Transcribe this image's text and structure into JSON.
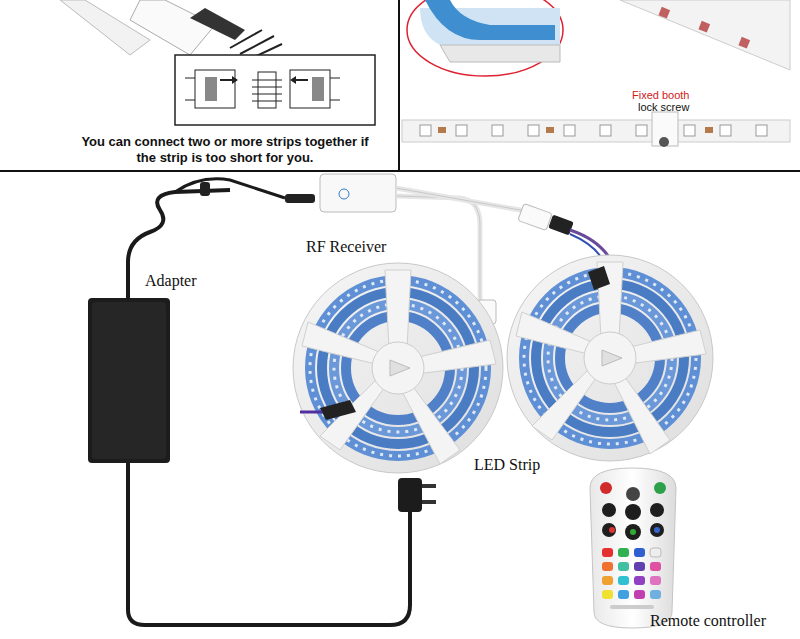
{
  "diagram": {
    "labels": [
      "You can connect two or more strips together if the strip is too short for you.",
      "Fixed booth",
      "lock screw",
      "RF Receiver",
      "Adapter",
      "LED Strip",
      "Remote controller"
    ]
  }
}
